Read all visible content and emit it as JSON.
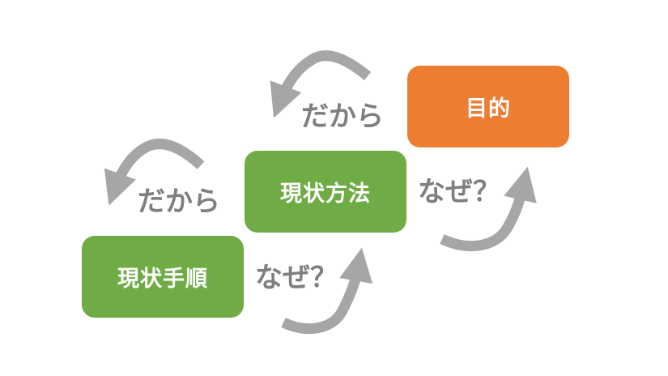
{
  "nodes": {
    "purpose": "目的",
    "current_method": "現状方法",
    "current_procedure": "現状手順"
  },
  "labels": {
    "therefore_upper": "だから",
    "therefore_lower": "だから",
    "why_upper": "なぜ？",
    "why_lower": "なぜ？"
  },
  "colors": {
    "green": "#6fac46",
    "orange": "#ed7d31",
    "arrow_gray": "#a6a6a6",
    "label_gray": "#7f7f7f"
  }
}
